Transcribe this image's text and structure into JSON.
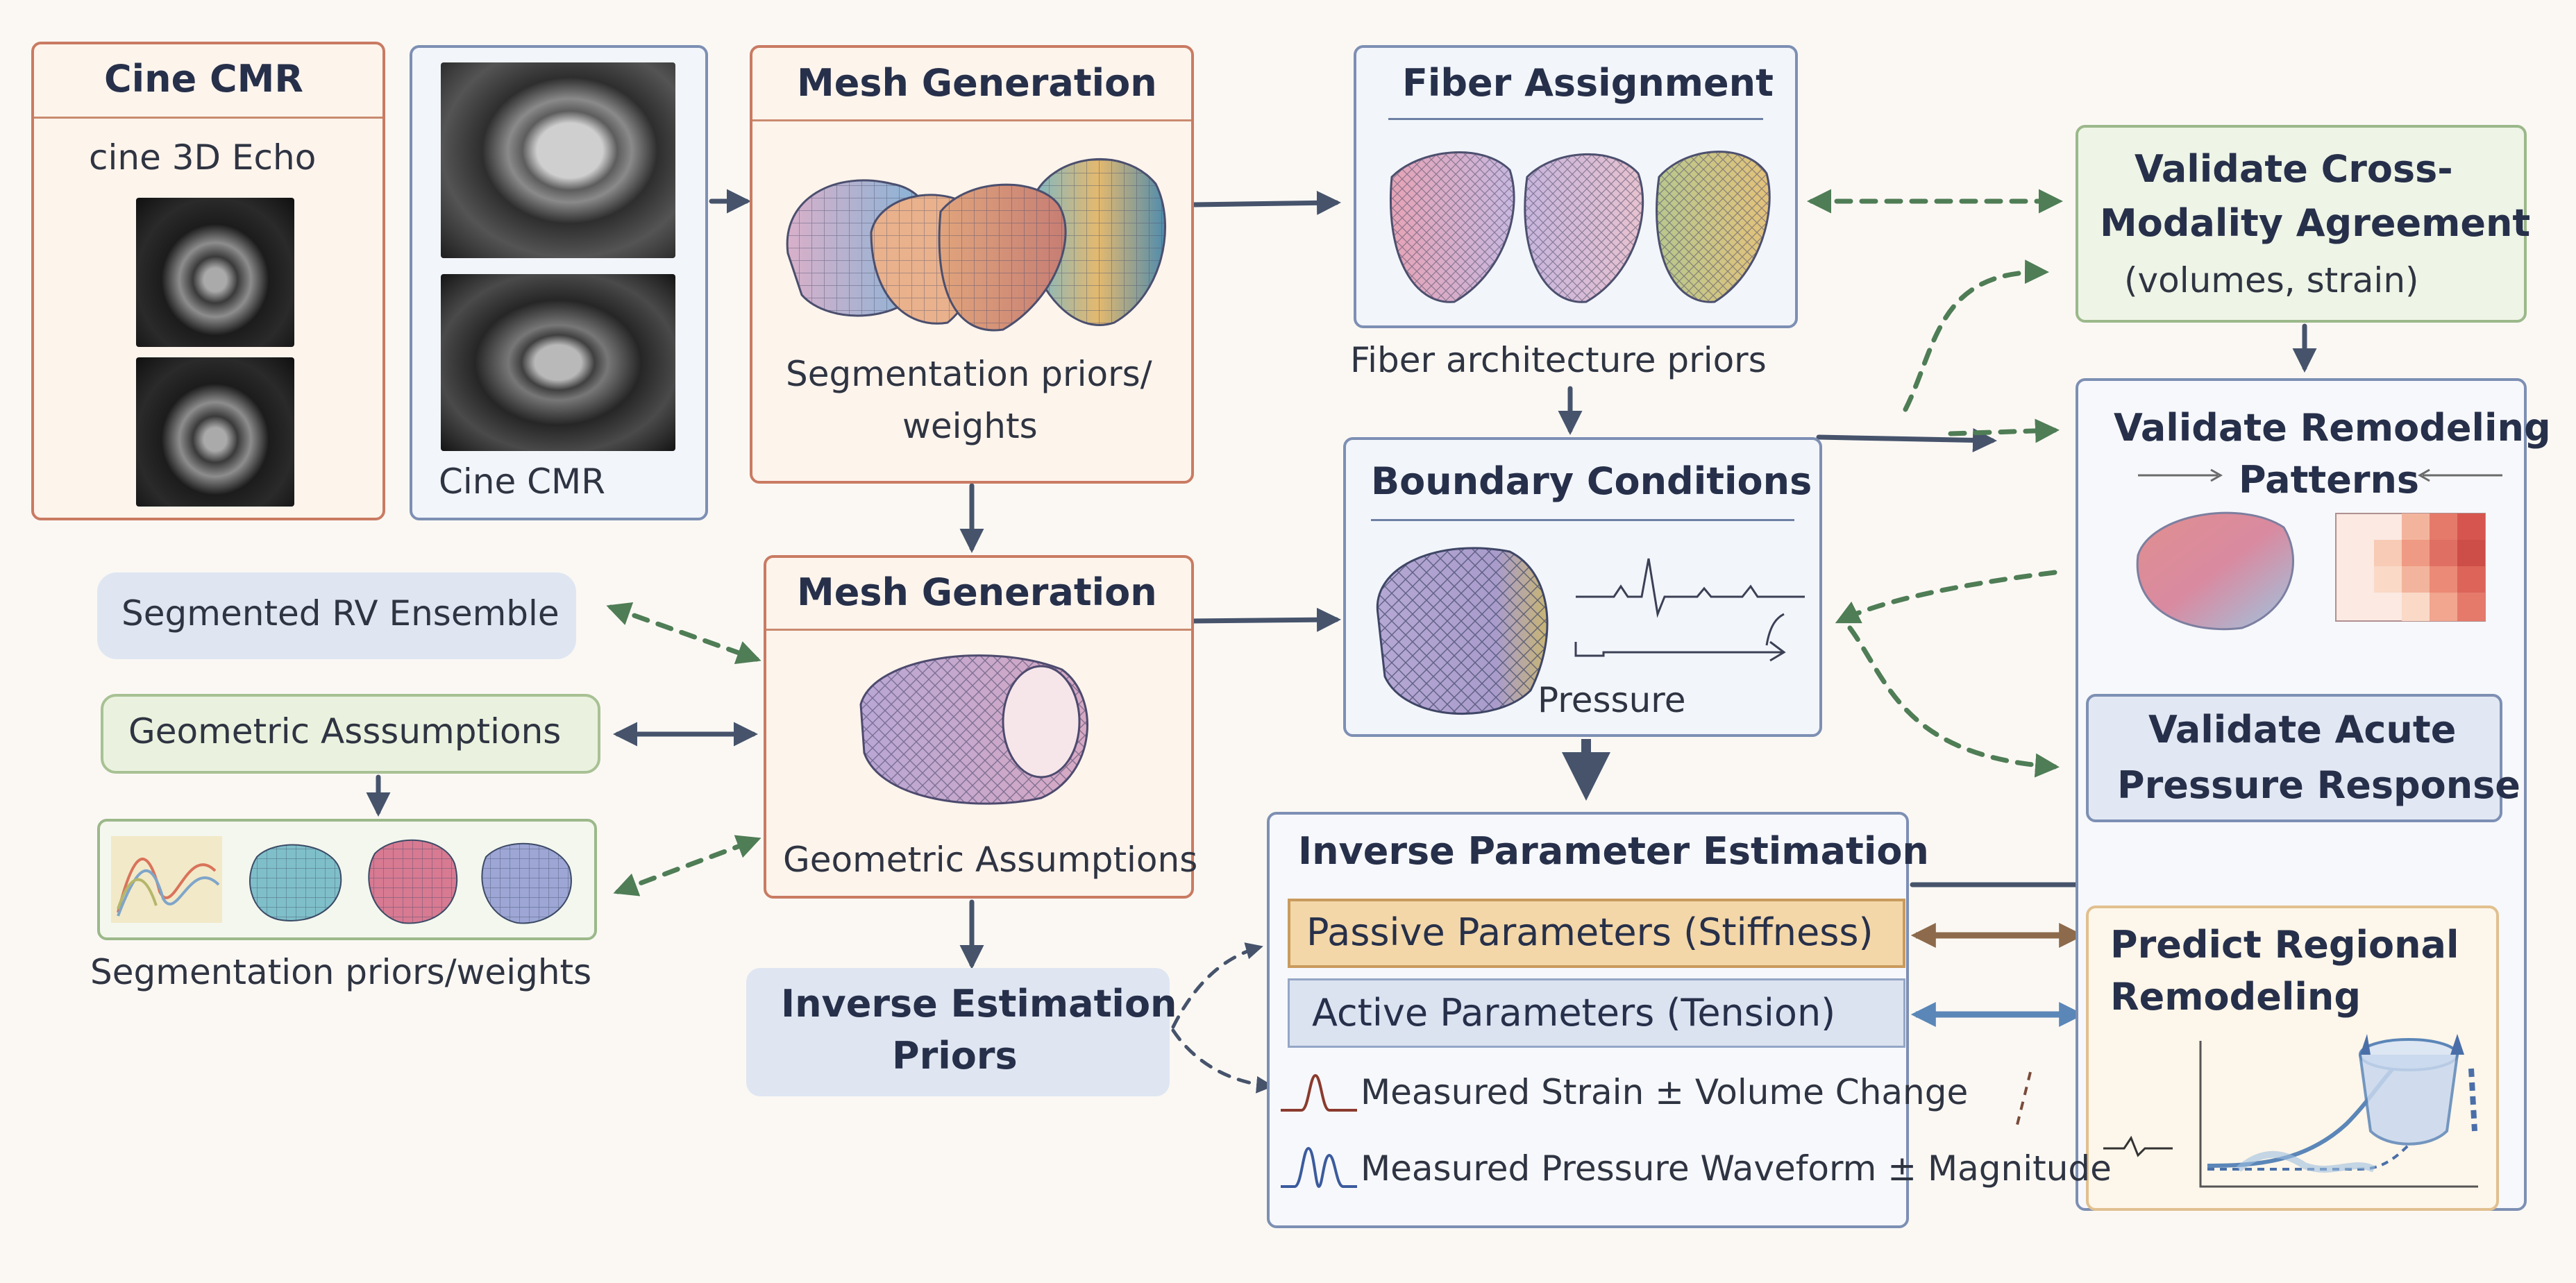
{
  "imaging": {
    "title": "Cine CMR",
    "subtitle": "cine 3D Echo",
    "cmr_caption": "Cine CMR"
  },
  "mesh_top": {
    "title": "Mesh Generation",
    "caption_line1": "Segmentation priors/",
    "caption_line2": "weights"
  },
  "fiber": {
    "title": "Fiber Assignment",
    "caption": "Fiber architecture priors"
  },
  "validate_cross": {
    "line1": "Validate Cross-",
    "line2": "Modality Agreement",
    "line3": "(volumes, strain)"
  },
  "validate_remodel": {
    "line1": "Validate Remodeling",
    "line2": "Patterns"
  },
  "validate_acute": {
    "line1": "Validate Acute",
    "line2": "Pressure Response"
  },
  "boundary": {
    "title": "Boundary Conditions",
    "caption": "Pressure"
  },
  "mesh_mid": {
    "title": "Mesh Generation",
    "caption": "Geometric Assumptions"
  },
  "left": {
    "ensemble": "Segmented RV Ensemble",
    "geometric": "Geometric Asssumptions",
    "priors_caption": "Segmentation priors/weights"
  },
  "inverse_priors": {
    "line1": "Inverse Estimation",
    "line2": "Priors"
  },
  "inverse": {
    "title": "Inverse Parameter Estimation",
    "passive": "Passive Parameters  (Stiffness)",
    "active": "Active Parameters  (Tension)",
    "strain": "Measured Strain ± Volume Change",
    "pressure": "Measured Pressure Waveform ± Magnitude"
  },
  "predict": {
    "line1": "Predict Regional",
    "line2": "Remodeling"
  },
  "colors": {
    "orange_border": "#c97b62",
    "blue_border": "#7d8fb3",
    "green_border": "#9bb88a",
    "arrow_dark": "#46536b",
    "arrow_green_dashed": "#4f7d55",
    "arrow_brown": "#8c6a4b",
    "arrow_blue": "#5b86b8"
  }
}
